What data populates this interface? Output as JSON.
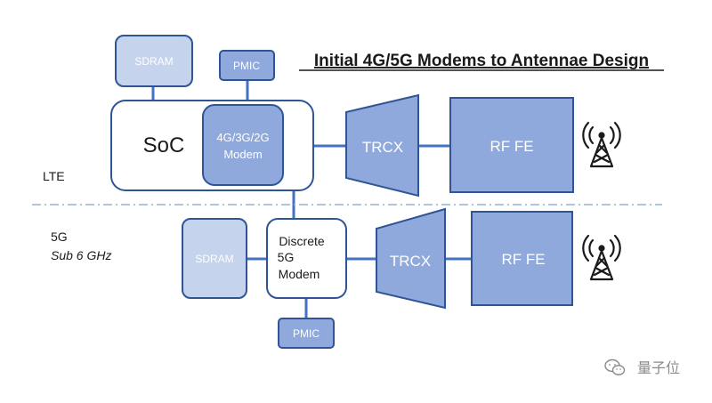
{
  "title": "Initial 4G/5G Modems to Antennae Design",
  "colors": {
    "box_fill": "#8fa9dc",
    "box_stroke": "#2f5597",
    "light_fill": "#c5d3ec",
    "line": "#4472c4",
    "divider": "#8fb3d9",
    "text_on_box": "#ffffff",
    "text_dark": "#1a1a1a"
  },
  "lte": {
    "section_label": "LTE",
    "sdram": "SDRAM",
    "pmic": "PMIC",
    "soc": "SoC",
    "modem_line1": "4G/3G/2G",
    "modem_line2": "Modem",
    "trcx": "TRCX",
    "rf_fe": "RF FE",
    "antenna_icon": "antenna-tower-icon"
  },
  "fiveg": {
    "section_label": "5G",
    "section_sublabel": "Sub 6 GHz",
    "sdram": "SDRAM",
    "modem_line1": "Discrete",
    "modem_line2": "5G",
    "modem_line3": "Modem",
    "trcx": "TRCX",
    "rf_fe": "RF FE",
    "pmic": "PMIC",
    "antenna_icon": "antenna-tower-icon"
  },
  "watermark": {
    "text": "量子位",
    "icon": "wechat-icon"
  }
}
